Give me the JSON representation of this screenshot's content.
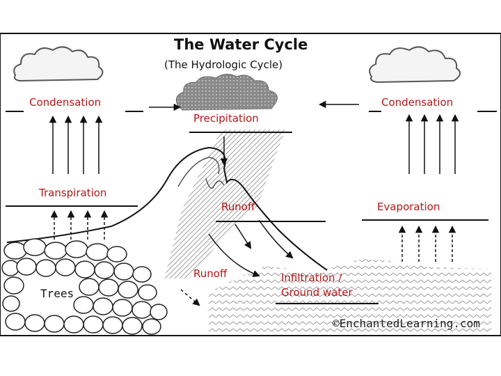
{
  "diagram": {
    "title": "The Water Cycle",
    "subtitle": "(The Hydrologic Cycle)",
    "labels": {
      "condensation_left": "Condensation",
      "condensation_right": "Condensation",
      "precipitation": "Precipitation",
      "transpiration": "Transpiration",
      "runoff_upper": "Runoff",
      "runoff_lower": "Runoff",
      "evaporation": "Evaporation",
      "infiltration_line1": "Infiltration /",
      "infiltration_line2": "Ground water",
      "trees": "Trees"
    },
    "credit": "©EnchantedLearning.com"
  },
  "colors": {
    "label_red": "#b01818",
    "line_black": "#111111",
    "storm_cloud": "#7a7a7a",
    "hatch": "#9a9a9a"
  }
}
